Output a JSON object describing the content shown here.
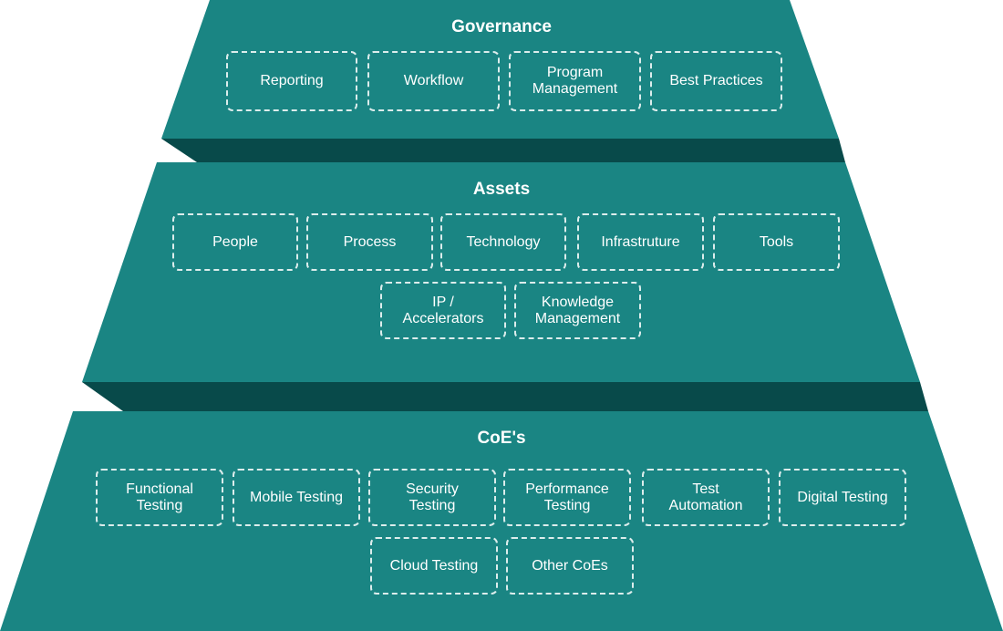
{
  "colors": {
    "layer_fill": "#1a8583",
    "connector_fill": "#084a4a",
    "text": "#ffffff",
    "dashed_border": "#ffffff"
  },
  "governance": {
    "title": "Governance",
    "items": [
      "Reporting",
      "Workflow",
      "Program\nManagement",
      "Best Practices"
    ]
  },
  "assets": {
    "title": "Assets",
    "items": [
      "People",
      "Process",
      "Technology",
      "Infrastruture",
      "Tools",
      "IP /\nAccelerators",
      "Knowledge\nManagement"
    ]
  },
  "coes": {
    "title": "CoE's",
    "items": [
      "Functional\nTesting",
      "Mobile Testing",
      "Security\nTesting",
      "Performance\nTesting",
      "Test\nAutomation",
      "Digital Testing",
      "Cloud Testing",
      "Other CoEs"
    ]
  }
}
